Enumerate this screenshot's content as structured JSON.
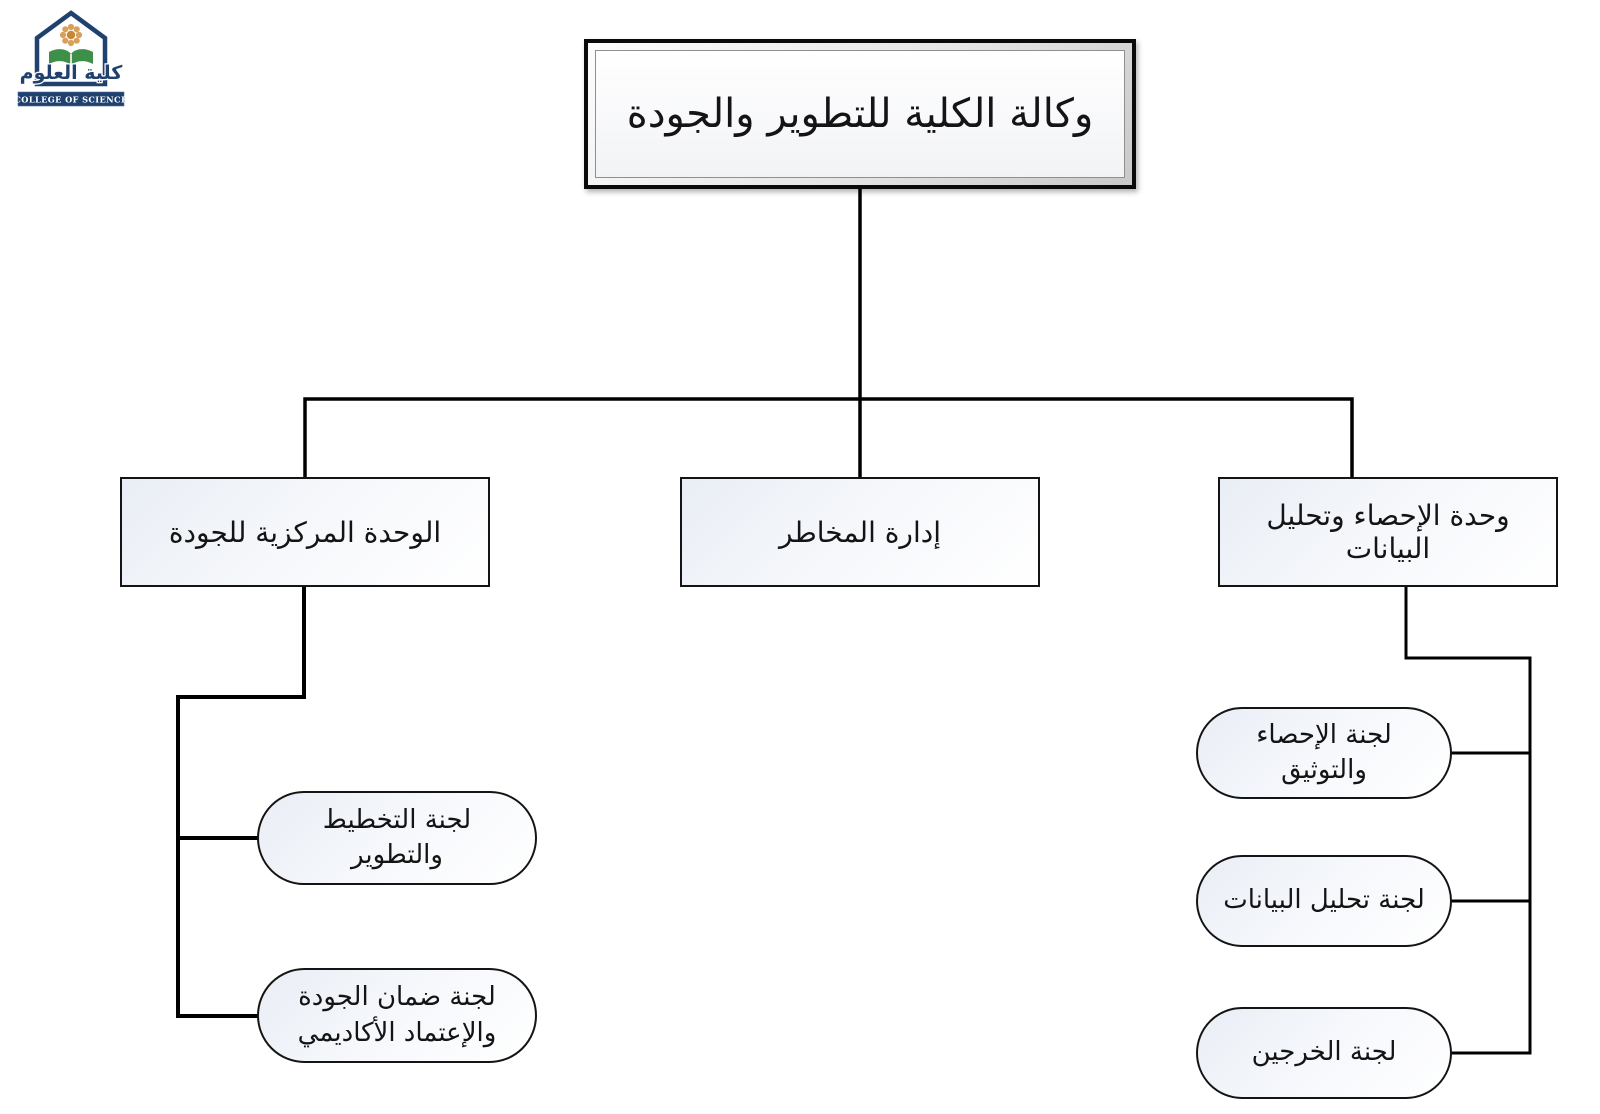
{
  "logo": {
    "arabic_name": "كلية العلوم",
    "english_name": "COLLEGE OF SCIENCE"
  },
  "org_chart": {
    "root": {
      "id": "college-vice-deanship-development-quality",
      "label": "وكالة الكلية للتطوير والجودة"
    },
    "units": [
      {
        "id": "statistics-and-data-analysis-unit",
        "label": "وحدة الإحصاء وتحليل البيانات"
      },
      {
        "id": "risk-management",
        "label": "إدارة المخاطر"
      },
      {
        "id": "central-quality-unit",
        "label": "الوحدة المركزية للجودة"
      }
    ],
    "central_quality_committees": [
      {
        "id": "planning-and-development-committee",
        "label": "لجنة التخطيط والتطوير"
      },
      {
        "id": "quality-assurance-and-academic-accreditation-committee",
        "label": "لجنة ضمان الجودة والإعتماد الأكاديمي"
      }
    ],
    "statistics_committees": [
      {
        "id": "statistics-and-documentation-committee",
        "label": "لجنة الإحصاء والتوثيق"
      },
      {
        "id": "data-analysis-committee",
        "label": "لجنة تحليل البيانات"
      },
      {
        "id": "graduates-committee",
        "label": "لجنة الخرجين"
      }
    ]
  },
  "colors": {
    "connector_line": "#000000",
    "node_border": "#141414",
    "node_fill_tint": "#e9eef5",
    "logo_navy": "#20416e",
    "logo_green": "#3e8f47",
    "logo_orange": "#c98436"
  }
}
